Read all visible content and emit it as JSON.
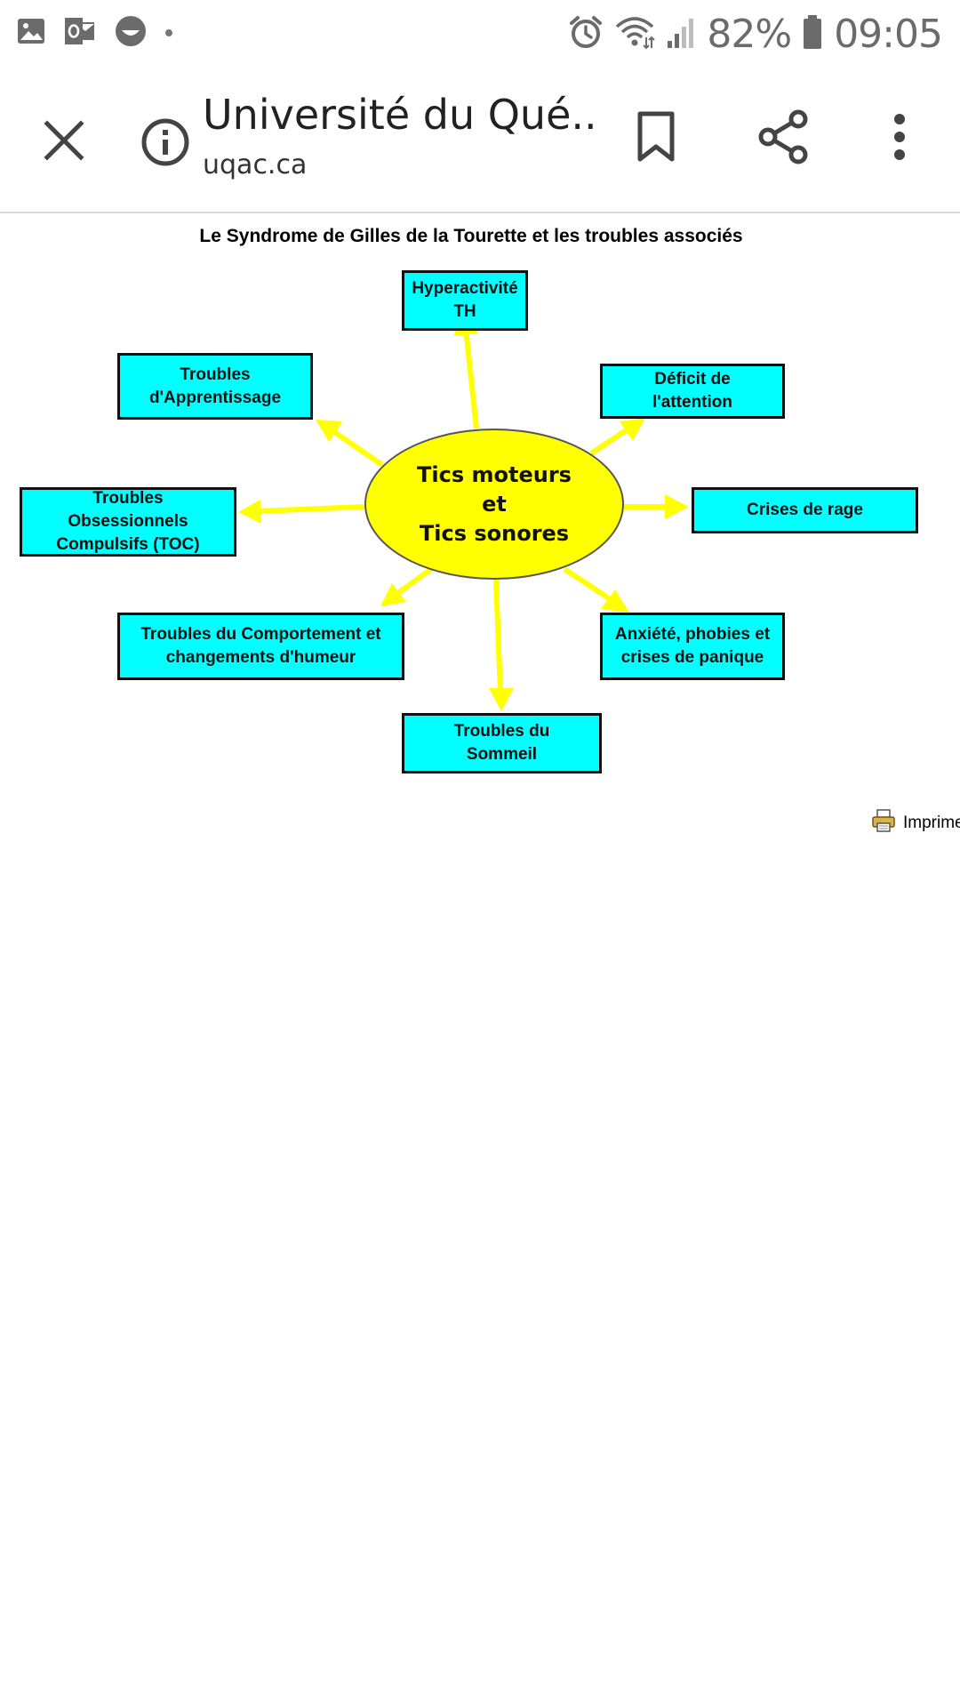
{
  "status_bar": {
    "battery_percent": "82%",
    "time": "09:05",
    "left_icons": [
      "gallery-icon",
      "outlook-icon",
      "messenger-icon"
    ],
    "right_icons": [
      "alarm-icon",
      "wifi-icon",
      "signal-icon",
      "battery-icon"
    ]
  },
  "browser": {
    "title": "Université du Qué...",
    "url": "uqac.ca",
    "icons": [
      "close-icon",
      "info-icon",
      "bookmark-icon",
      "share-icon",
      "more-vert-icon"
    ]
  },
  "page": {
    "heading": "Le Syndrome de Gilles de la Tourette et les troubles associés",
    "print_label": "Imprime"
  },
  "diagram": {
    "center": "Tics moteurs\net\nTics sonores",
    "nodes": {
      "hyperactivite": "Hyperactivité\nTH",
      "apprentissage": "Troubles\nd'Apprentissage",
      "deficit": "Déficit de\nl'attention",
      "toc": "Troubles\nObsessionnels\nCompulsifs (TOC)",
      "rage": "Crises de rage",
      "comportement": "Troubles du Comportement et\nchangements d'humeur",
      "anxiete": "Anxiété, phobies et\ncrises de panique",
      "sommeil": "Troubles du\nSommeil"
    },
    "colors": {
      "box_fill": "#00ffff",
      "center_fill": "#ffff00",
      "arrow": "#ffff00"
    }
  }
}
